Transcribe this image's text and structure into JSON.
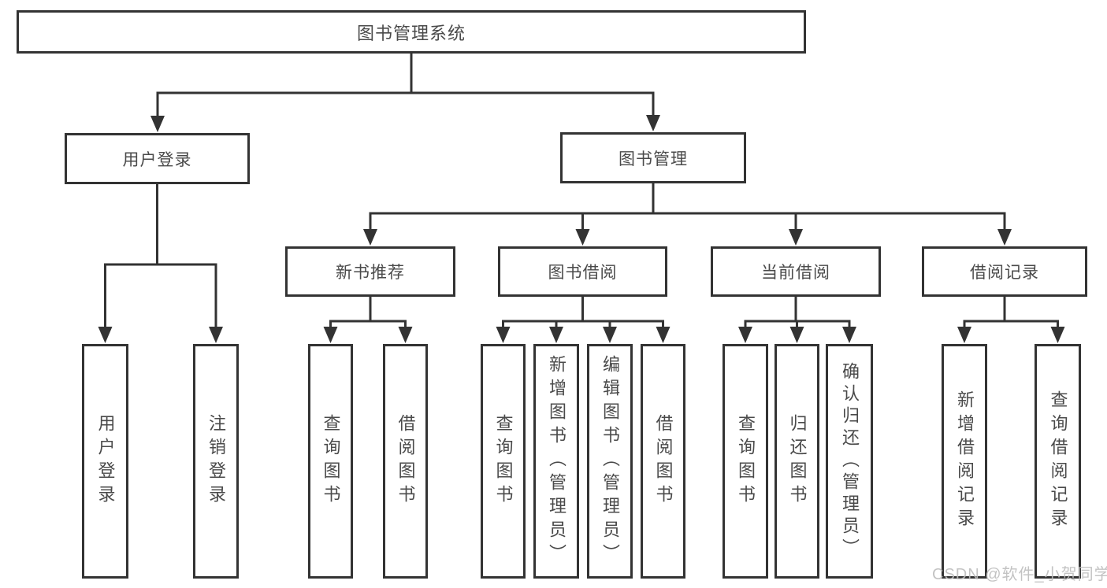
{
  "tree": {
    "root": "图书管理系统",
    "login": {
      "label": "用户登录",
      "children": [
        "用户登录",
        "注销登录"
      ]
    },
    "mgmt": {
      "label": "图书管理",
      "sections": [
        {
          "label": "新书推荐",
          "children": [
            "查询图书",
            "借阅图书"
          ]
        },
        {
          "label": "图书借阅",
          "children": [
            "查询图书",
            "新增图书（管理员）",
            "编辑图书（管理员）",
            "借阅图书"
          ]
        },
        {
          "label": "当前借阅",
          "children": [
            "查询图书",
            "归还图书",
            "确认归还（管理员）"
          ]
        },
        {
          "label": "借阅记录",
          "children": [
            "新增借阅记录",
            "查询借阅记录"
          ]
        }
      ]
    }
  },
  "watermark": "CSDN @软件_小贺同学",
  "colors": {
    "line": "#333333",
    "box_border": "#333333",
    "text": "#4a4a4a",
    "watermark": "#bdbdbd",
    "background": "#ffffff"
  }
}
